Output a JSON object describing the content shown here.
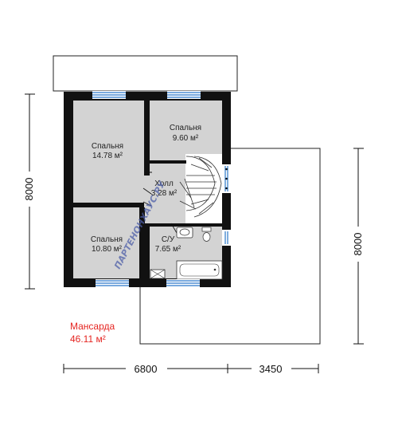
{
  "rooms": [
    {
      "name": "Спальня",
      "area": "14.78 м²"
    },
    {
      "name": "Спальня",
      "area": "9.60 м²"
    },
    {
      "name": "Холл",
      "area": "3.28 м²"
    },
    {
      "name": "Спальня",
      "area": "10.80 м²"
    },
    {
      "name": "С/У",
      "area": "7.65 м²"
    }
  ],
  "dimensions": {
    "left_height": "8000",
    "right_height": "8000",
    "bottom_width_main": "6800",
    "bottom_width_ext": "3450"
  },
  "floor": {
    "name": "Мансарда",
    "area": "46.11 м²"
  },
  "watermark": "ПАРТЕНОНХАУС.РУ",
  "colors": {
    "room_fill": "#d3d3d3",
    "wall": "#111111",
    "window": "#2b78c9",
    "accent_red": "#e52420",
    "watermark": "#4d5fa8"
  }
}
